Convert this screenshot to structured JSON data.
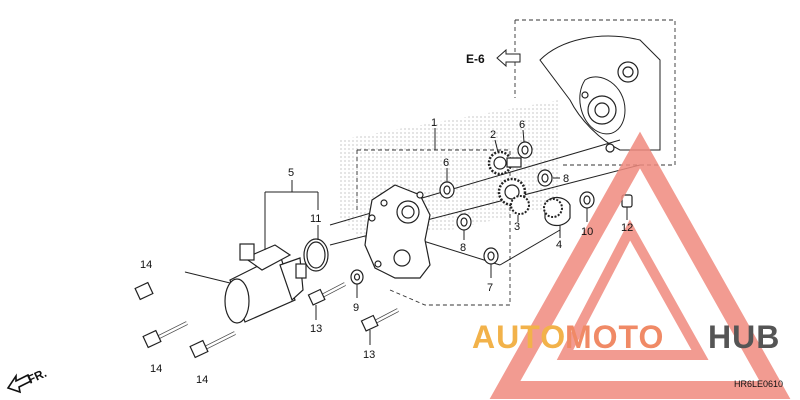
{
  "diagram": {
    "reference": "E-6",
    "diagram_code": "HR6LE0610",
    "direction": "FR.",
    "callouts": {
      "c1": "1",
      "c2": "2",
      "c3": "3",
      "c4": "4",
      "c5": "5",
      "c6a": "6",
      "c6b": "6",
      "c7": "7",
      "c8a": "8",
      "c8b": "8",
      "c9": "9",
      "c10": "10",
      "c11": "11",
      "c12": "12",
      "c13a": "13",
      "c13b": "13",
      "c14a": "14",
      "c14b": "14",
      "c14c": "14"
    }
  },
  "watermark": {
    "part1": "AUTO",
    "part2": "MOTO",
    "part3": "HUB",
    "colors": {
      "orange": "#f2b24a",
      "red": "#f08a66",
      "gray": "#555555",
      "triangle": "#f08a7e"
    }
  }
}
